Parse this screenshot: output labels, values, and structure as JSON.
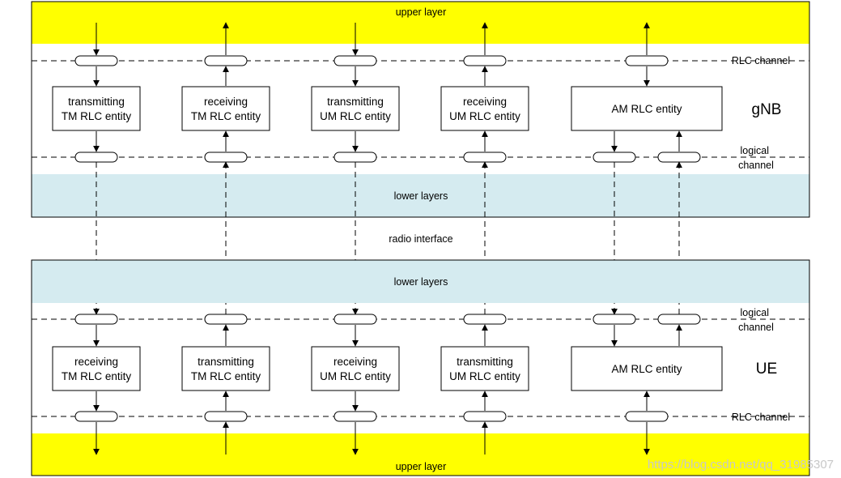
{
  "gnb": {
    "label": "gNB",
    "upper_layer": "upper layer",
    "lower_layers": "lower layers",
    "rlc_channel": "RLC channel",
    "logical_channel": [
      "logical",
      "channel"
    ],
    "entities": [
      {
        "lines": [
          "transmitting",
          "TM RLC entity"
        ]
      },
      {
        "lines": [
          "receiving",
          "TM RLC entity"
        ]
      },
      {
        "lines": [
          "transmitting",
          "UM RLC entity"
        ]
      },
      {
        "lines": [
          "receiving",
          "UM RLC entity"
        ]
      },
      {
        "lines": [
          "AM RLC entity"
        ]
      }
    ]
  },
  "radio_interface": "radio interface",
  "ue": {
    "label": "UE",
    "upper_layer": "upper layer",
    "lower_layers": "lower layers",
    "rlc_channel": "RLC channel",
    "logical_channel": [
      "logical",
      "channel"
    ],
    "entities": [
      {
        "lines": [
          "receiving",
          "TM RLC entity"
        ]
      },
      {
        "lines": [
          "transmitting",
          "TM RLC entity"
        ]
      },
      {
        "lines": [
          "receiving",
          "UM RLC entity"
        ]
      },
      {
        "lines": [
          "transmitting",
          "UM RLC entity"
        ]
      },
      {
        "lines": [
          "AM RLC entity"
        ]
      }
    ]
  },
  "watermark": "https://blog.csdn.net/qq_31985307",
  "colors": {
    "upper_layer": "#ffff00",
    "lower_layers": "#d5ebf0",
    "line": "#000000"
  }
}
